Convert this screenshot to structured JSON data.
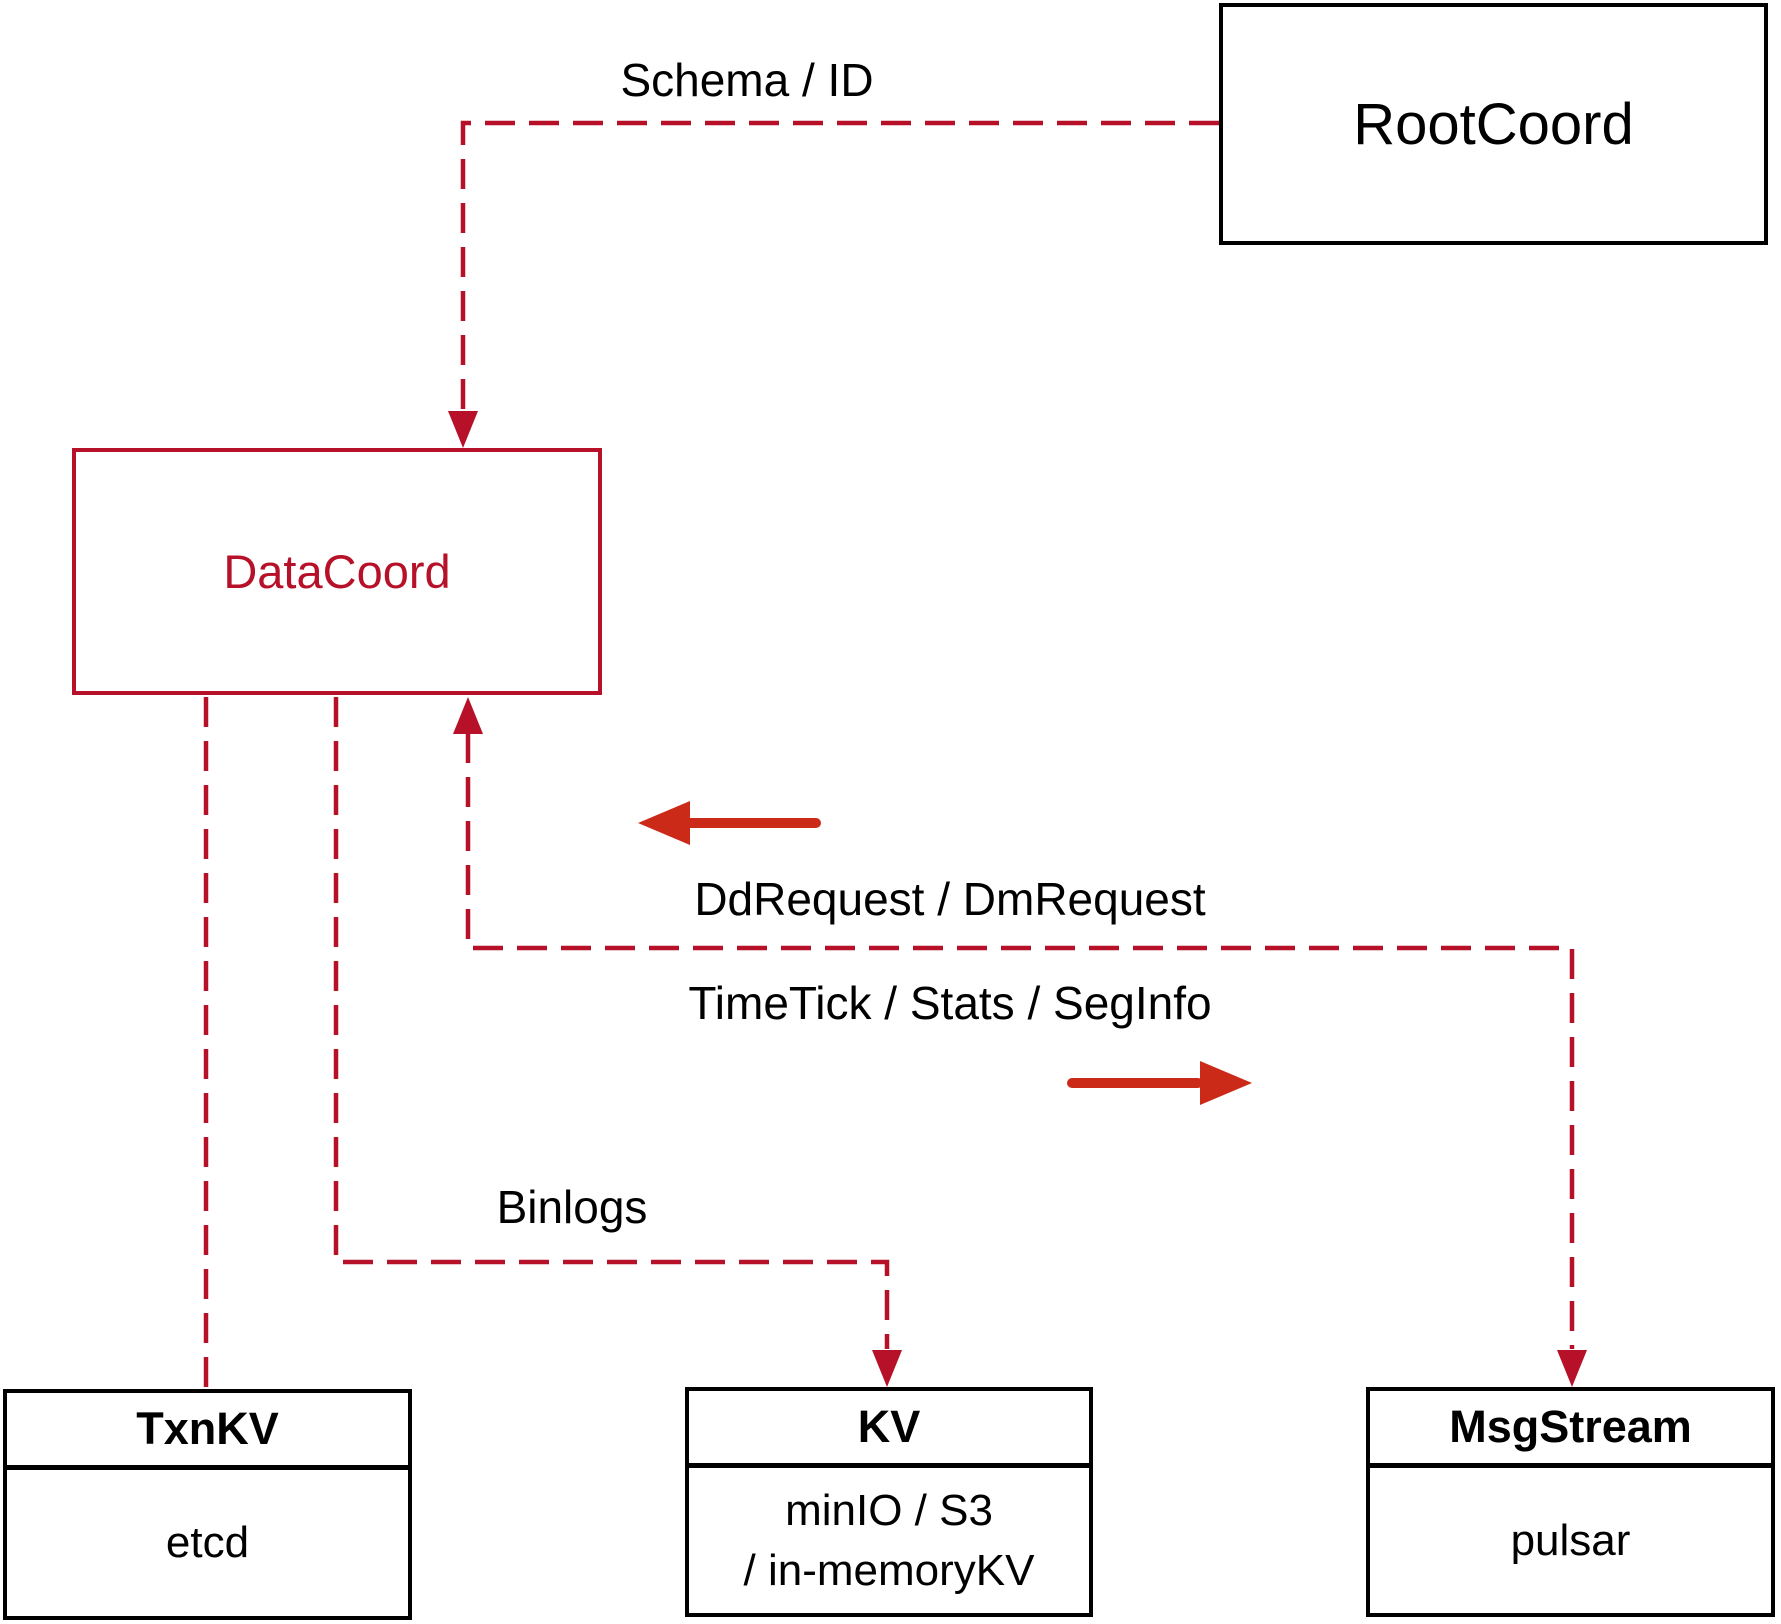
{
  "colors": {
    "dashed_line_red": "#b7112a",
    "solid_arrow_red": "#cc2a18",
    "node_border_black": "#000000",
    "datacoord_red": "#b7112a",
    "background": "#ffffff"
  },
  "nodes": {
    "rootcoord": {
      "label": "RootCoord"
    },
    "datacoord": {
      "label": "DataCoord"
    },
    "txnkv": {
      "title": "TxnKV",
      "body": "etcd"
    },
    "kv": {
      "title": "KV",
      "body_line1": "minIO / S3",
      "body_line2": "/ in-memoryKV"
    },
    "msgstream": {
      "title": "MsgStream",
      "body": "pulsar"
    }
  },
  "edges": {
    "schema_id": {
      "label": "Schema / ID"
    },
    "dd_dm_request": {
      "label": "DdRequest / DmRequest"
    },
    "timetick_stats_seginfo": {
      "label": "TimeTick / Stats / SegInfo"
    },
    "binlogs": {
      "label": "Binlogs"
    }
  }
}
